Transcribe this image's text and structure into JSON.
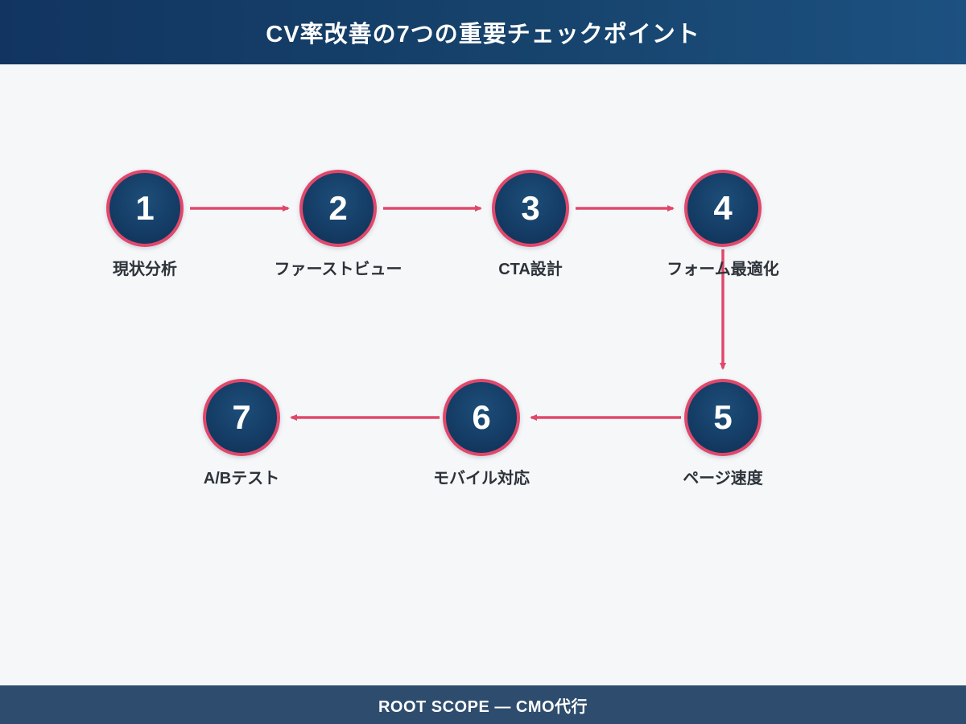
{
  "title": "CV率改善の7つの重要チェックポイント",
  "footer": {
    "text": "ROOT SCOPE — CMO代行"
  },
  "nodes": [
    {
      "number": "1",
      "label": "現状分析"
    },
    {
      "number": "2",
      "label": "ファーストビュー"
    },
    {
      "number": "3",
      "label": "CTA設計"
    },
    {
      "number": "4",
      "label": "フォーム最適化"
    },
    {
      "number": "5",
      "label": "ページ速度"
    },
    {
      "number": "6",
      "label": "モバイル対応"
    },
    {
      "number": "7",
      "label": "A/Bテスト"
    }
  ],
  "flow_connections": [
    [
      "1",
      "2"
    ],
    [
      "2",
      "3"
    ],
    [
      "3",
      "4"
    ],
    [
      "4",
      "5"
    ],
    [
      "5",
      "6"
    ],
    [
      "6",
      "7"
    ]
  ],
  "colors": {
    "accent_arrow_pink": "#e0486b",
    "circle_fill_navy": "#143d66",
    "circle_border_pink": "#e0486b",
    "header_gradient_left": "#113560",
    "header_gradient_right": "#1d5181",
    "footer_navy": "#2e4d6e",
    "background": "#f6f7f9",
    "label_text": "#2d333a",
    "title_text": "#ffffff"
  }
}
